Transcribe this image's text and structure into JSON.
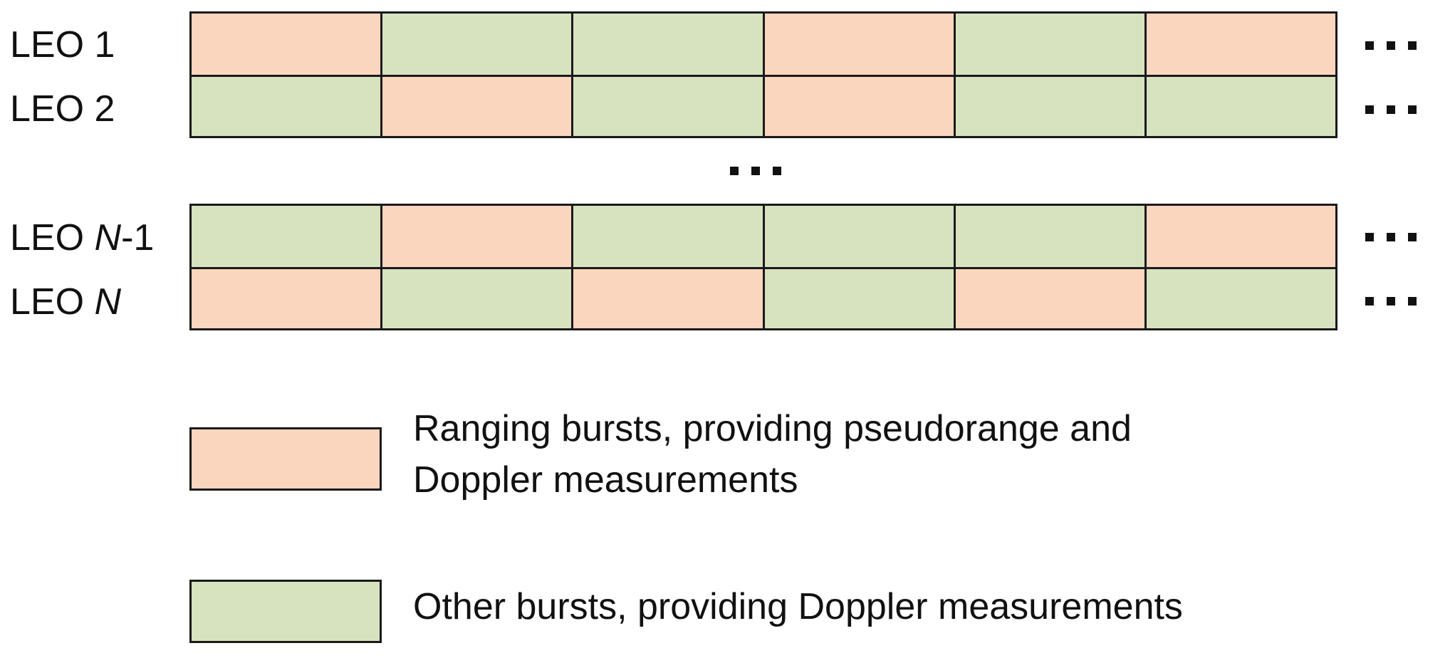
{
  "rows": [
    {
      "label": "LEO 1",
      "bursts": [
        "ranging",
        "other",
        "other",
        "ranging",
        "other",
        "ranging"
      ]
    },
    {
      "label": "LEO 2",
      "bursts": [
        "other",
        "ranging",
        "other",
        "ranging",
        "other",
        "other"
      ]
    },
    {
      "label_prefix": "LEO ",
      "label_italic": "N",
      "label_suffix": "-1",
      "bursts": [
        "other",
        "ranging",
        "other",
        "other",
        "other",
        "ranging"
      ]
    },
    {
      "label_prefix": "LEO ",
      "label_italic": "N",
      "label_suffix": "",
      "bursts": [
        "ranging",
        "other",
        "ranging",
        "other",
        "ranging",
        "other"
      ]
    }
  ],
  "legend": {
    "ranging_line1": "Ranging bursts, providing pseudorange and",
    "ranging_line2": "Doppler measurements",
    "other": "Other bursts, providing Doppler measurements"
  },
  "colors": {
    "ranging": "#fbd6be",
    "other": "#d7e3bf",
    "border": "#1a1a1a"
  }
}
